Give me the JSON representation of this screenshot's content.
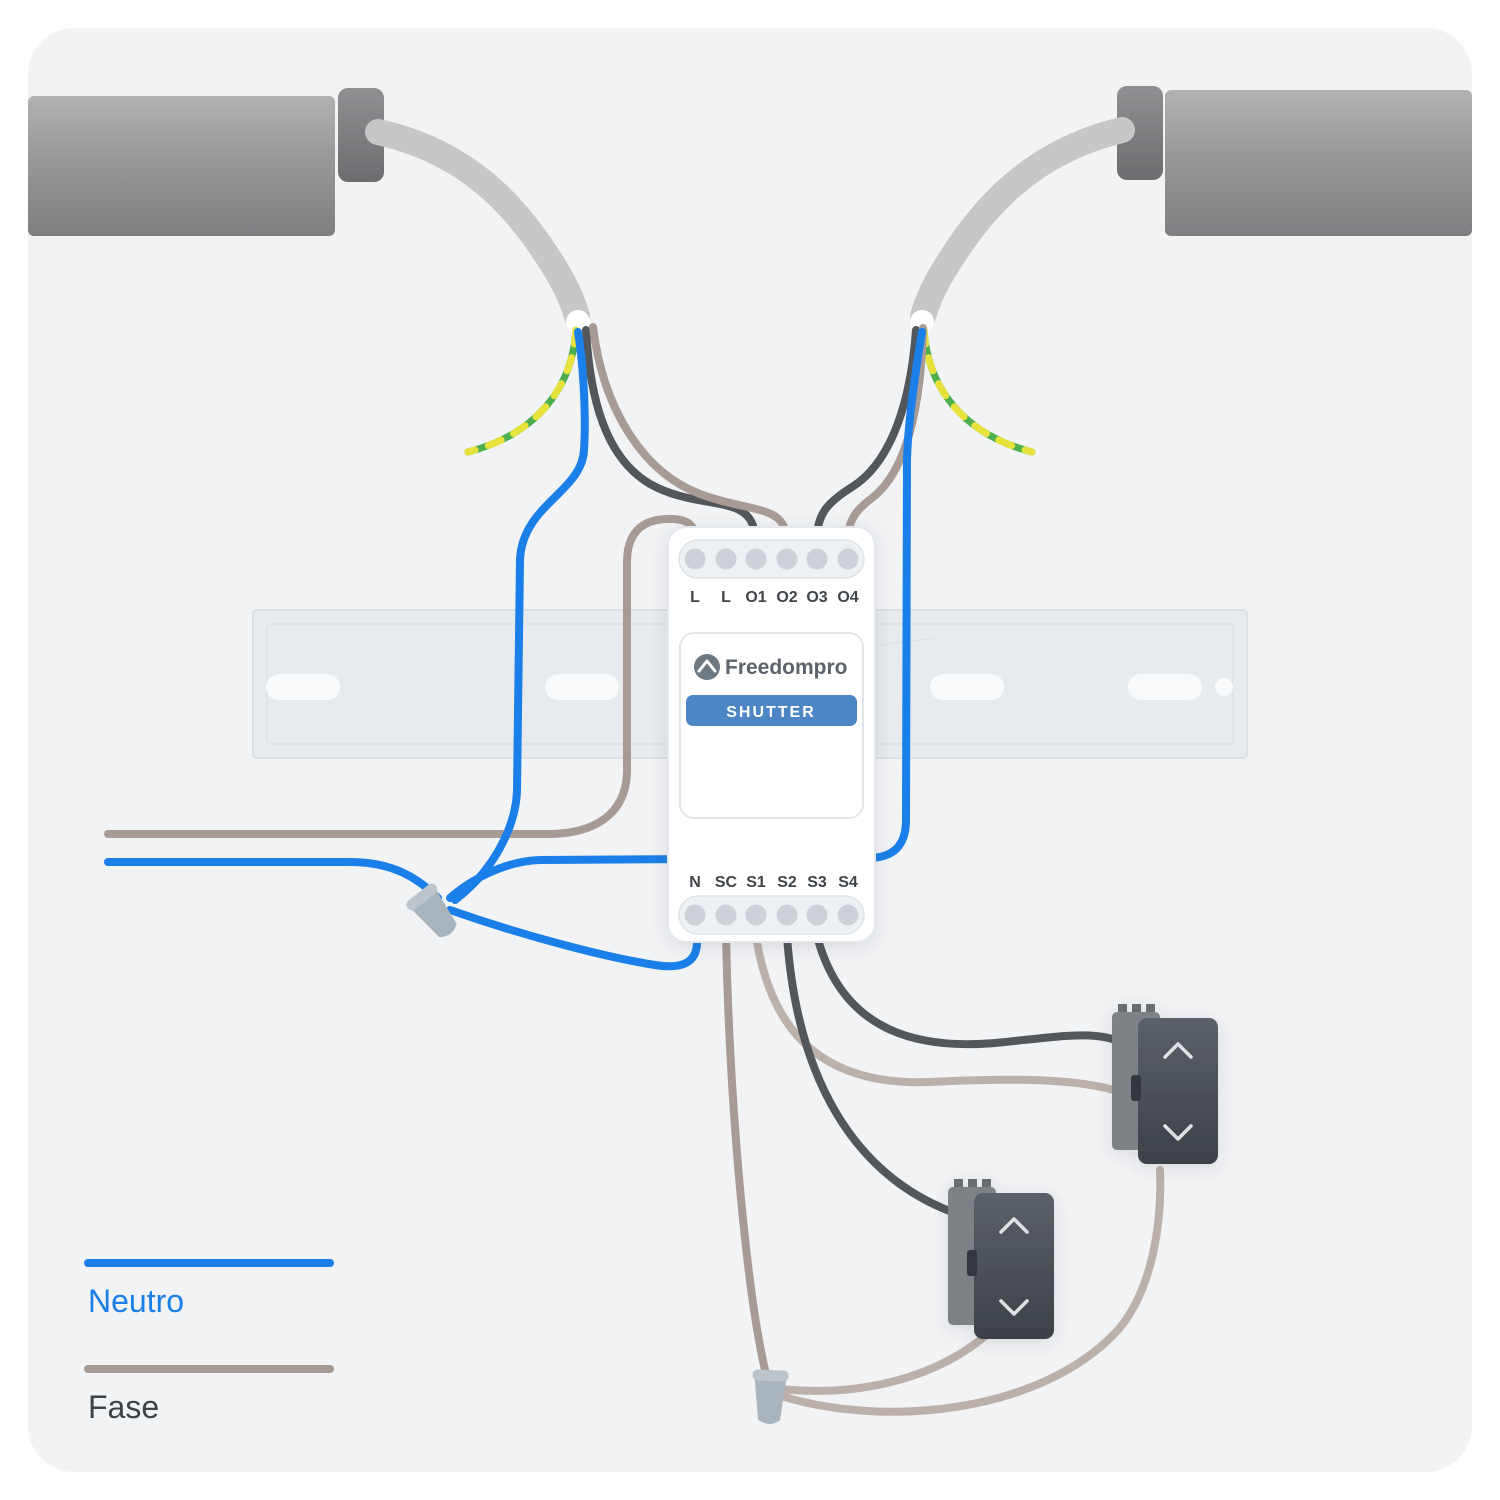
{
  "module": {
    "brand": "Freedompro",
    "model": "SHUTTER",
    "top_terminals": [
      "L",
      "L",
      "O1",
      "O2",
      "O3",
      "O4"
    ],
    "bottom_terminals": [
      "N",
      "SC",
      "S1",
      "S2",
      "S3",
      "S4"
    ]
  },
  "legend": {
    "items": [
      {
        "label": "Neutro",
        "color": "#1a7fe8"
      },
      {
        "label": "Fase",
        "color": "#a59a94"
      }
    ]
  },
  "colors": {
    "neutral_wire": "#1a7fe8",
    "fase_wire": "#a89b95",
    "fase_wire_light": "#bcb1aa",
    "dark_wire": "#53575b",
    "earth_green": "#4caf50",
    "earth_yellow": "#e8e33c",
    "badge": "#4d86c5",
    "panel": "#f1f3f5"
  }
}
